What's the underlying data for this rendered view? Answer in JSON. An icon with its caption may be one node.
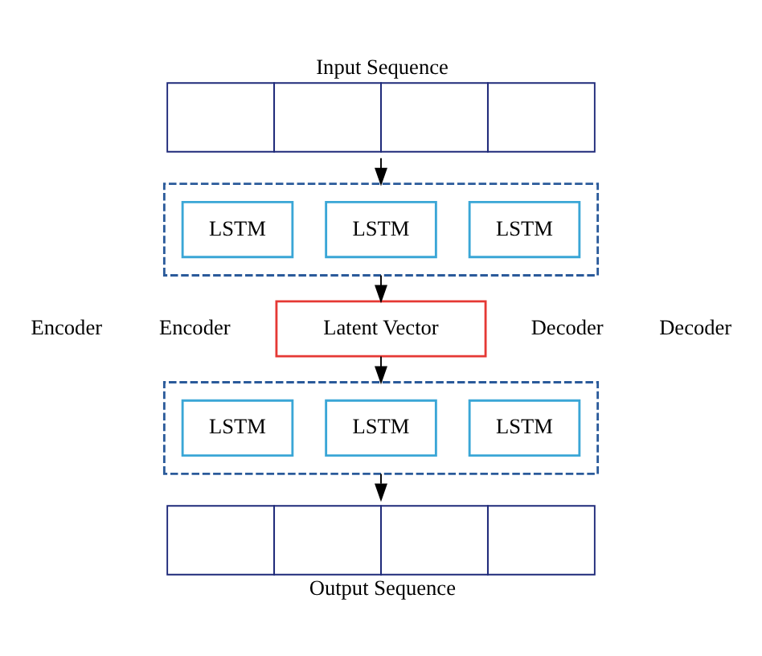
{
  "diagram": {
    "nodes": [
      {
        "text": [
          "Input Sequence"
        ]
      },
      {
        "text": [],
        "shape": "box"
      },
      {
        "text": [
          "LSTM"
        ],
        "in": 1
      },
      {
        "text": [
          "LSTM"
        ],
        "in": 1
      },
      {
        "text": [
          "LSTM"
        ],
        "in": 1
      },
      {
        "text": [
          "Latent Vector"
        ]
      },
      {
        "text": [],
        "shape": "box"
      },
      {
        "text": [
          "LSTM"
        ],
        "in": 6
      },
      {
        "text": [
          "LSTM"
        ],
        "in": 6
      },
      {
        "text": [
          "LSTM"
        ],
        "in": 6
      },
      {
        "text": [
          "Output Sequence"
        ]
      }
    ],
    "edges": [
      {
        "from": 0,
        "to": 1,
        "arrow": "to"
      },
      {
        "from": 1,
        "to": 5,
        "arrow": "to"
      },
      {
        "from": 5,
        "to": 6,
        "arrow": "to"
      },
      {
        "from": 6,
        "to": 10,
        "arrow": "to"
      }
    ],
    "labels": [
      "Encoder",
      "Encoder",
      "Decoder",
      "Decoder"
    ]
  }
}
